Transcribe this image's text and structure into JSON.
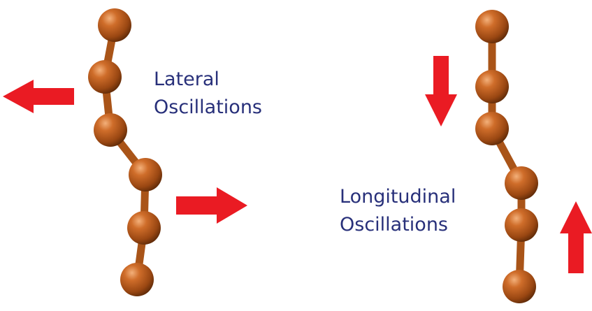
{
  "lateral": {
    "label_line1": "Lateral",
    "label_line2": "Oscillations"
  },
  "longitudinal": {
    "label_line1": "Longitudinal",
    "label_line2": "Oscillations"
  },
  "colors": {
    "bead": "#b4581a",
    "bond": "#a95418",
    "arrow": "#ea1b23",
    "text": "#28307a"
  }
}
